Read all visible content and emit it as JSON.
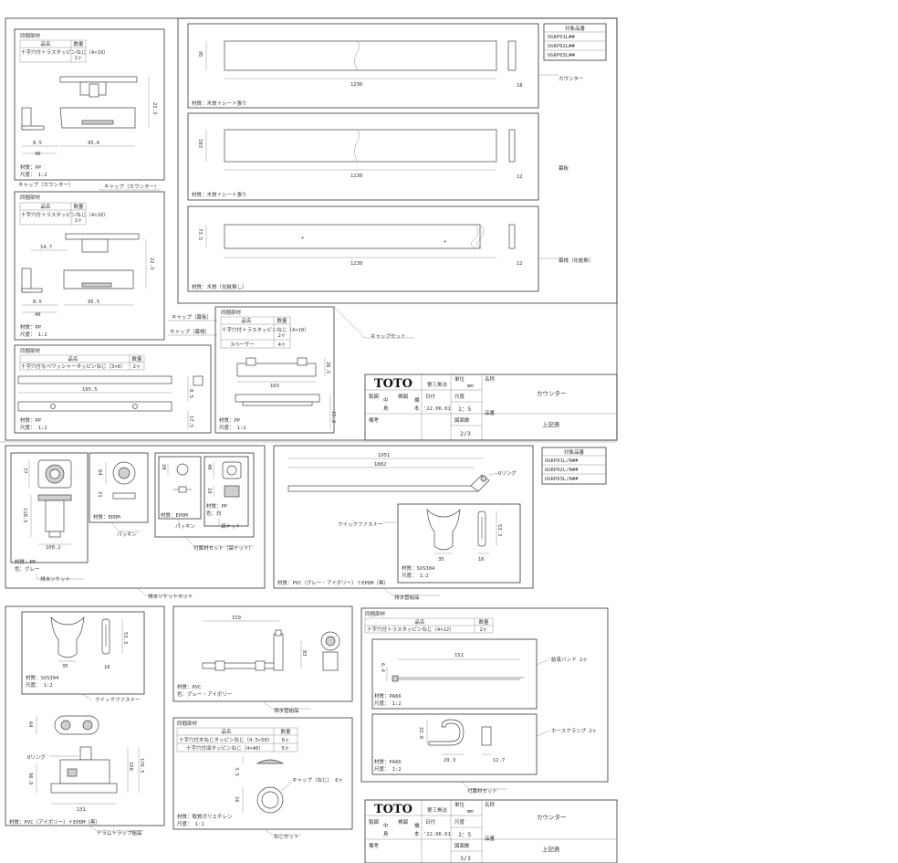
{
  "applicable": {
    "header": "対象品番",
    "sheet2": [
      "UGKP01L##",
      "UGKP02L##",
      "UGKP03L##"
    ],
    "sheet3": [
      "UGKP01L/R##",
      "UGKP02L/R##",
      "UGKP03L/R##"
    ]
  },
  "common": {
    "included_parts": "同梱部材",
    "col_name": "品名",
    "col_qty": "数量",
    "pp": "材質：PP",
    "scale_12": "尺度： 1:2",
    "scale_11": "尺度： 1:1",
    "sus": "材質：SUS304"
  },
  "counter": {
    "label": "カウンター",
    "width": "1230",
    "height": "95",
    "thick": "18",
    "material": "材質：木質＋シート張り"
  },
  "back_panel": {
    "label": "幕板",
    "width": "1230",
    "height": "103",
    "thick": "12",
    "material": "材質：木質＋シート張り"
  },
  "back_crosspiece": {
    "label": "幕桟（化粧無）",
    "width": "1230",
    "height": "73.5",
    "thick": "12",
    "material": "材質：木質（化粧無し）"
  },
  "cap_counter": {
    "label": "キャップ（カウンター）",
    "part_name": "十字穴付トラスタッピンねじ（4×10）",
    "qty": "1ヶ",
    "d1": "22.3",
    "d2": "8.5",
    "d3": "40",
    "d4": "95.6"
  },
  "cap_back": {
    "label": "キャップ（幕板）",
    "part_name": "十字穴付トラスタッピンねじ（4×10）",
    "qty": "1ヶ",
    "d1": "14.7",
    "d2": "22.3",
    "d3": "8.5",
    "d4": "40",
    "d5": "95.5"
  },
  "cap_cross": {
    "label": "キャップ（幕桟）",
    "part_name": "十字穴付なべワッシャータッピンねじ（3×6）",
    "qty": "2ヶ",
    "d1": "195.5",
    "d2": "8.5",
    "d3": "17.5"
  },
  "cap_spacer": {
    "part1": "十字穴付トラスタッピンねじ（4×10）",
    "qty1": "2ヶ",
    "part2": "スペーサー",
    "qty2": "4ヶ",
    "d1": "26.5",
    "d2": "103",
    "d3": "15.2"
  },
  "cap_set_label": "キャップセット",
  "title_block": {
    "logo": "TOTO",
    "angle": "第三角法",
    "unit_lbl": "単位",
    "unit": "mm",
    "name_lbl": "名称",
    "name": "カウンター",
    "drawn": "製図",
    "mid": "中",
    "kai": "鳥",
    "detail": "検図",
    "hashi": "橋",
    "moto": "本",
    "date_lbl": "日付",
    "date": "'22.06.01",
    "scale_lbl": "尺度",
    "scale": "1：5",
    "model_lbl": "品番",
    "model": "上記表",
    "remark": "備考",
    "sheets_lbl": "図面数",
    "sheet2": "2/3",
    "sheet3": "3/3"
  },
  "drain_socket": {
    "label": "排水ソケット",
    "material": "材質：PP",
    "color": "色：グレー",
    "d1": "77",
    "d2": "118.5",
    "d3": "100.2"
  },
  "packing": {
    "label": "パッキン",
    "material": "材質：EPDM",
    "d1": "64",
    "d2": "21"
  },
  "packing2": {
    "label": "パッキン",
    "material": "材質：EPDM",
    "d1": "28"
  },
  "bag_nut": {
    "label": "袋ナット",
    "material": "材質：PP",
    "color": "色：白",
    "d1": "40",
    "d2": "19"
  },
  "accessory_bag_nut": "付属材セット（袋ナット）",
  "drain_socket_set": "排水ソケットセット",
  "drain_pipe": {
    "label": "排水管組品",
    "oring": "Oリング",
    "material": "材質：PVC（グレー・アイボリー）＋EPDM（黒）",
    "d1": "1951",
    "d2": "1882"
  },
  "quick_fastener": {
    "label": "クイックファスナー",
    "material": "材質：SUS304",
    "scale": "尺度： 1:2",
    "d1": "35",
    "d2": "16",
    "d3": "53.3"
  },
  "quick_fastener2": {
    "label": "クイックファスナー",
    "material": "材質：SUS304",
    "scale": "尺度： 1:2",
    "d1": "35",
    "d2": "16",
    "d3": "53.3"
  },
  "drum_trap": {
    "label": "ドラムトラップ組品",
    "oring": "Oリング",
    "material": "材質：PVC（アイボリー）＋EPDM（黒）",
    "d1": "64",
    "d2": "96.9",
    "d3": "158",
    "d4": "176.5",
    "d5": "131"
  },
  "drain_pipe2": {
    "label": "排水管組品",
    "material": "材質：PVC",
    "color": "色：グレー・アイボリー",
    "d1": "319",
    "d2": "83"
  },
  "screw_set": {
    "label": "ねじセット",
    "part1": "十字穴付木ねじタッピンねじ（4.5×50）",
    "qty1": "6ヶ",
    "part2": "十字穴付皿タッピンねじ（4×40）",
    "qty2": "5ヶ",
    "cap": "キャップ（ねじ） 6ヶ",
    "material": "材質：軟質ポリエチレン",
    "scale": "尺度： 1:1",
    "d1": "3.5",
    "d2": "16"
  },
  "accessory_set": {
    "label": "付属材セット",
    "part": "十字穴付トラスタッピンねじ（4×12）",
    "qty": "2ヶ",
    "band": "結束バンド 2ヶ",
    "band_len": "152",
    "band_w": "6.4",
    "band_mat": "材質：PA66",
    "band_scale": "尺度： 1:2",
    "clamp": "ホースクランプ 2ヶ",
    "clamp_d1": "22.8",
    "clamp_d2": "29.3",
    "clamp_d3": "12.7",
    "clamp_mat": "材質：PA66",
    "clamp_scale": "尺度： 1:2"
  }
}
